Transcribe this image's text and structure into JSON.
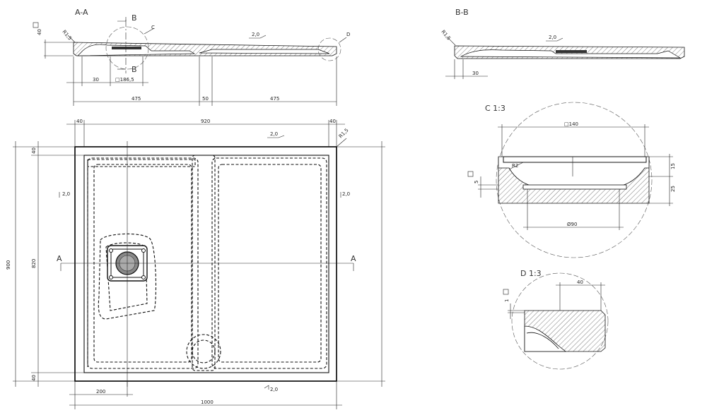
{
  "views": {
    "section_aa": "A-A",
    "section_bb": "B-B",
    "detail_c": "C 1:3",
    "detail_d": "D 1:3"
  },
  "markers": {
    "section_a": "A",
    "section_b": "B",
    "detail_c": "C",
    "detail_d": "D"
  },
  "dims": {
    "radius_15": "R1,5",
    "radius_2": "R2",
    "slope_2": "2,0",
    "d_40": "40",
    "d_30": "30",
    "d_sq186": "□186,5",
    "d_475": "475",
    "d_50": "50",
    "d_920": "920",
    "d_820": "820",
    "d_900": "900",
    "d_1000": "1000",
    "d_200": "200",
    "d_sq140": "□140",
    "d_15": "15",
    "d_25": "25",
    "d_5": "5",
    "d_90": "Ø90",
    "d_1": "1"
  }
}
